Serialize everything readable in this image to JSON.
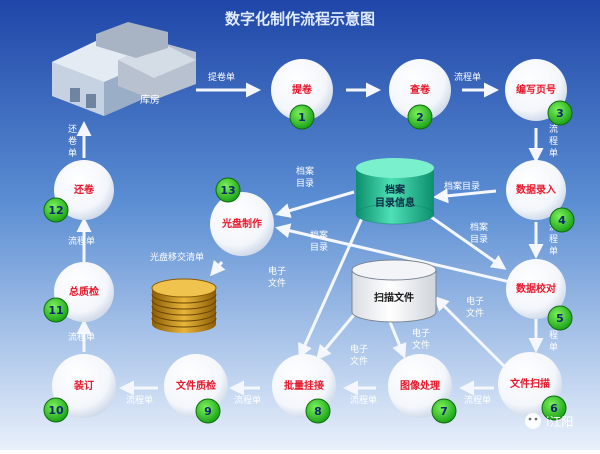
{
  "title": "数字化制作流程示意图",
  "storehouse_label": "库房",
  "steps": [
    {
      "num": "1",
      "label": "提卷"
    },
    {
      "num": "2",
      "label": "查卷"
    },
    {
      "num": "3",
      "label": "编写页号"
    },
    {
      "num": "4",
      "label": "数据录入"
    },
    {
      "num": "5",
      "label": "数据校对"
    },
    {
      "num": "6",
      "label": "文件扫描"
    },
    {
      "num": "7",
      "label": "图像处理"
    },
    {
      "num": "8",
      "label": "批量挂接"
    },
    {
      "num": "9",
      "label": "文件质检"
    },
    {
      "num": "10",
      "label": "装订"
    },
    {
      "num": "11",
      "label": "总质检"
    },
    {
      "num": "12",
      "label": "还卷"
    },
    {
      "num": "13",
      "label": "光盘制作"
    }
  ],
  "db_label": [
    "档案",
    "目录信息"
  ],
  "scan_label": "扫描文件",
  "disc_label": "光盘移交清单",
  "edge_labels": {
    "tiquandan": "提卷单",
    "liuchengdan": "流程单",
    "liu": "流",
    "cheng": "程",
    "dan": "单",
    "huan": "还",
    "juan": "卷",
    "dangan_mulu": "档案目录",
    "dangan": "档案",
    "mulu": "目录",
    "dianzi": "电子",
    "wenjian": "文件"
  },
  "watermark": "i江阳",
  "colors": {
    "bg_top": "#1f46a8",
    "bg_bottom": "#e9f0fb",
    "title": "#e1ecff",
    "step_label": "#e8192c",
    "badge": "#22c31f",
    "arrow": "#f4f7ff",
    "db": "#1bb38c",
    "disc": "#d9a21c"
  }
}
